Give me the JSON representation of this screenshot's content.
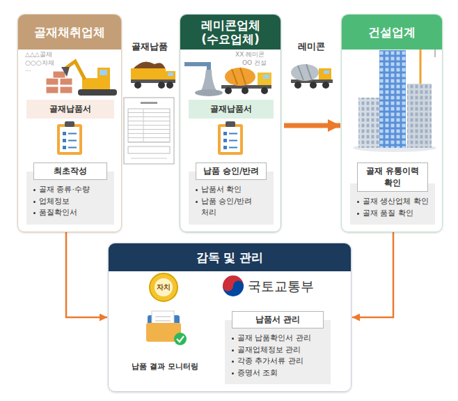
{
  "diagram": {
    "nodes": [
      {
        "text": [
          "골재채취업체"
        ]
      },
      {
        "text": [
          "골재납품서"
        ],
        "in": 0
      },
      {
        "text": [
          "최초작성",
          "골재 종류·수량",
          "업체정보",
          "품질확인서"
        ],
        "in": 0
      },
      {
        "text": [
          "레미콘업체 (수요업체)"
        ]
      },
      {
        "text": [
          "골재납품서"
        ],
        "in": 3
      },
      {
        "text": [
          "납품 승인/반려",
          "납품서 확인",
          "납품 승인/반려 처리"
        ],
        "in": 3
      },
      {
        "text": [
          "건설업계"
        ]
      },
      {
        "text": [
          "골재 유통이력 확인",
          "골재 생산업체 확인",
          "골재 품질 확인"
        ],
        "in": 6
      },
      {
        "text": [
          "감독 및 관리"
        ]
      },
      {
        "text": [
          "납품서 관리",
          "골재 납품확인서 관리",
          "골재업체정보 관리",
          "각종 추가서류 관리",
          "증명서 조회"
        ],
        "in": 8
      }
    ],
    "edges": [
      {
        "from": 3,
        "to": 6,
        "arrow": "to"
      },
      {
        "from": 0,
        "to": 8,
        "arrow": "to"
      },
      {
        "from": 6,
        "to": 8,
        "arrow": "to"
      }
    ],
    "labels": [
      "△△△골재",
      "○○○자재",
      "...",
      "골재납품",
      "XX 레미콘",
      "OO 건설",
      "레미콘",
      "자치",
      "국토교통부",
      "납품 결과 모니터링"
    ]
  }
}
